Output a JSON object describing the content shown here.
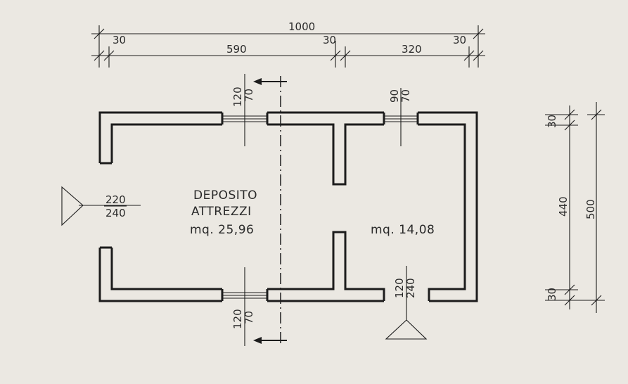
{
  "dimensions": {
    "overall": "1000",
    "wall_left": "30",
    "room_left": "590",
    "wall_mid": "30",
    "room_right": "320",
    "wall_right": "30"
  },
  "side_dimensions": {
    "top_wall": "30",
    "inner": "440",
    "bottom_wall": "30",
    "total": "500"
  },
  "openings": {
    "window_top_left": [
      "120",
      "70"
    ],
    "window_top_right": [
      "90",
      "70"
    ],
    "door_left": [
      "220",
      "240"
    ],
    "window_bottom_left": [
      "120",
      "70"
    ],
    "door_bottom_right": [
      "120",
      "240"
    ]
  },
  "rooms": {
    "left": {
      "name_line1": "DEPOSITO",
      "name_line2": "ATTREZZI",
      "area": "mq. 25,96"
    },
    "right": {
      "area": "mq. 14,08"
    }
  }
}
